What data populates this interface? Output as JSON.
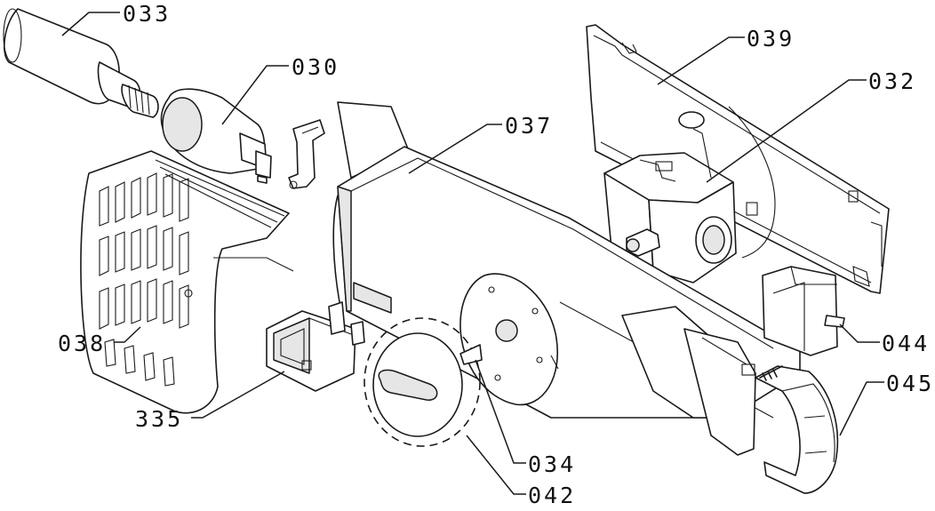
{
  "colors": {
    "line": "#1a1a1a",
    "fill": "#ffffff",
    "shade": "#e6e6e6"
  },
  "parts": [
    {
      "id": "033",
      "label": "033"
    },
    {
      "id": "030",
      "label": "030"
    },
    {
      "id": "039",
      "label": "039"
    },
    {
      "id": "032",
      "label": "032"
    },
    {
      "id": "037",
      "label": "037"
    },
    {
      "id": "038",
      "label": "038"
    },
    {
      "id": "335",
      "label": "335"
    },
    {
      "id": "034",
      "label": "034"
    },
    {
      "id": "042",
      "label": "042"
    },
    {
      "id": "044",
      "label": "044"
    },
    {
      "id": "045",
      "label": "045"
    }
  ]
}
